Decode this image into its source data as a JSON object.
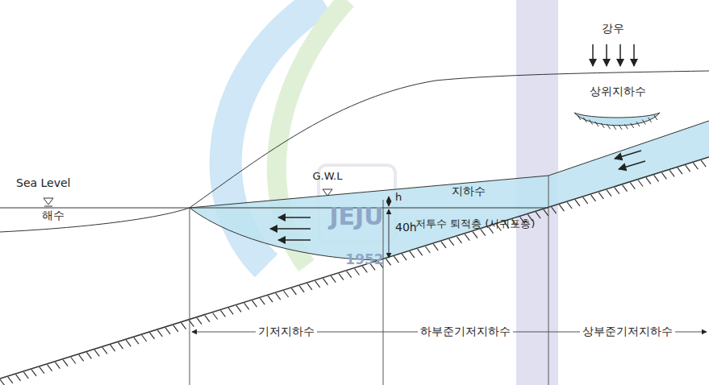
{
  "diagram": {
    "labels": [
      "강우",
      "상위지하수",
      "Sea Level",
      "해수",
      "G.W.L",
      "h",
      "지하수",
      "40h",
      "저투수 퇴적층 (서귀포층)",
      "기저지하수",
      "하부준기저지하수",
      "상부준기저지하수",
      "JEJU",
      "1952"
    ]
  }
}
